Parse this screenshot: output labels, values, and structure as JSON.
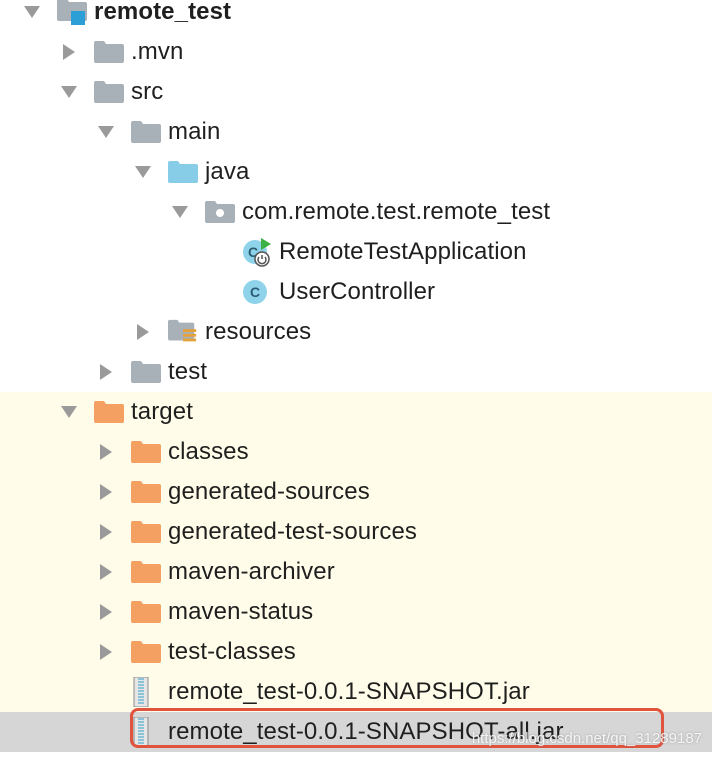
{
  "tree": {
    "nodes": [
      {
        "label": "remote_test",
        "arrow": "down",
        "icon": "module-folder-icon",
        "depth": 0,
        "bold": true
      },
      {
        "label": ".mvn",
        "arrow": "right",
        "icon": "folder-icon",
        "depth": 1
      },
      {
        "label": "src",
        "arrow": "down",
        "icon": "folder-icon",
        "depth": 1
      },
      {
        "label": "main",
        "arrow": "down",
        "icon": "folder-icon",
        "depth": 2
      },
      {
        "label": "java",
        "arrow": "down",
        "icon": "source-root-folder-icon",
        "depth": 3
      },
      {
        "label": "com.remote.test.remote_test",
        "arrow": "down",
        "icon": "package-icon",
        "depth": 4
      },
      {
        "label": "RemoteTestApplication",
        "arrow": "none",
        "icon": "spring-boot-class-icon",
        "depth": 5
      },
      {
        "label": "UserController",
        "arrow": "none",
        "icon": "class-icon",
        "depth": 5
      },
      {
        "label": "resources",
        "arrow": "right",
        "icon": "resources-folder-icon",
        "depth": 3
      },
      {
        "label": "test",
        "arrow": "right",
        "icon": "folder-icon",
        "depth": 2
      },
      {
        "label": "target",
        "arrow": "down",
        "icon": "excluded-folder-icon",
        "depth": 1,
        "highlight": "yellow"
      },
      {
        "label": "classes",
        "arrow": "right",
        "icon": "excluded-folder-icon",
        "depth": 2,
        "highlight": "yellow"
      },
      {
        "label": "generated-sources",
        "arrow": "right",
        "icon": "excluded-folder-icon",
        "depth": 2,
        "highlight": "yellow"
      },
      {
        "label": "generated-test-sources",
        "arrow": "right",
        "icon": "excluded-folder-icon",
        "depth": 2,
        "highlight": "yellow"
      },
      {
        "label": "maven-archiver",
        "arrow": "right",
        "icon": "excluded-folder-icon",
        "depth": 2,
        "highlight": "yellow"
      },
      {
        "label": "maven-status",
        "arrow": "right",
        "icon": "excluded-folder-icon",
        "depth": 2,
        "highlight": "yellow"
      },
      {
        "label": "test-classes",
        "arrow": "right",
        "icon": "excluded-folder-icon",
        "depth": 2,
        "highlight": "yellow"
      },
      {
        "label": "remote_test-0.0.1-SNAPSHOT.jar",
        "arrow": "none",
        "icon": "jar-file-icon",
        "depth": 2,
        "highlight": "yellow"
      },
      {
        "label": "remote_test-0.0.1-SNAPSHOT-all.jar",
        "arrow": "none",
        "icon": "jar-file-icon",
        "depth": 2,
        "highlight": "selected"
      }
    ]
  },
  "colors": {
    "folder": "#a9b1b8",
    "source_root": "#88cde7",
    "excluded": "#f4a062",
    "class_circle": "#8fd3ea",
    "arrow": "#9a9a9a",
    "row_highlight": "#fffde9",
    "row_selected": "#d6d6d6",
    "red_box": "#e0533e"
  },
  "watermark": "https://blog.csdn.net/qq_31289187"
}
